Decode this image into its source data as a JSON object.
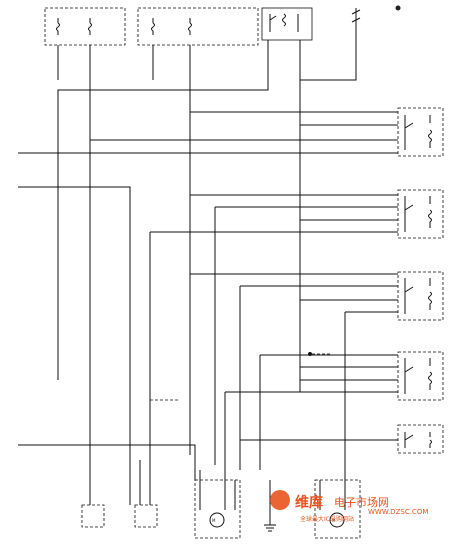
{
  "diagram": {
    "fuse_block_left": {
      "hdr1": "",
      "hdr1b": "",
      "hdr2": "",
      "hdr2b": "",
      "f1": "",
      "f1a": "",
      "f2": "",
      "f2a": "",
      "note": "",
      "note2": ""
    },
    "fuse_block_mid": {
      "hdr1": "",
      "hdr1b": "",
      "hdr2": "",
      "hdr2b": "",
      "f1": "",
      "f1a": "",
      "f2": "",
      "f2a": "",
      "note": "",
      "note2": ""
    },
    "ac_relay": {
      "l1": "",
      "l2": "",
      "l3": ""
    },
    "pressure_switch": {
      "l1": "",
      "l2": ""
    },
    "badge": "",
    "relay1": {
      "l1": "",
      "l2": "",
      "l3": "",
      "l4": ""
    },
    "relay2": {
      "l1": "",
      "l2": "",
      "l3": "",
      "l4": ""
    },
    "relay3": {
      "l1": "",
      "l2": "",
      "l3": "",
      "l4": ""
    },
    "relay4": {
      "l1": "",
      "l2": "",
      "l3": "",
      "l4": ""
    },
    "relay5": {
      "l1": "",
      "l2": "",
      "l3": "",
      "l4": ""
    },
    "splice": {
      "l1": "",
      "l2": ""
    },
    "dlc": {
      "l1": "",
      "l2": "",
      "l3": ""
    },
    "fan1": {
      "l1": "",
      "l2": ""
    },
    "fan2": {
      "l1": "",
      "l2": ""
    },
    "ground": {
      "l1": "",
      "l2": "",
      "l3": ""
    },
    "ecu1": {
      "l1": "",
      "l2": "",
      "l3": "",
      "l4": "",
      "l5": ""
    },
    "ecu2": {
      "l1": "",
      "l2": "",
      "l3": "",
      "l4": "",
      "l5": ""
    },
    "trunk_labels": {
      "a": "",
      "b": "",
      "c": ""
    },
    "wire_labels": {
      "w_left1": "",
      "w_left2": "",
      "w_mid1": "",
      "w_mid2": "",
      "w_ac1": "",
      "w_ac2": "",
      "w_ps": "",
      "r1a": "",
      "r1b": "",
      "r1c": "",
      "r1d": "",
      "r2a": "",
      "r2b": "",
      "r2c": "",
      "r2d": "",
      "r3a": "",
      "r3b": "",
      "r3c": "",
      "r3d": "",
      "r4a": "",
      "r4b": "",
      "r4c": "",
      "r4d": "",
      "r5a": "",
      "r5b": "",
      "f1a": "",
      "f1b": "",
      "f1c": "",
      "f1d": "",
      "f2a": "",
      "f2b": "",
      "f2c": "",
      "f2d": "",
      "e1": "",
      "e2": "",
      "e3": "",
      "e4": "",
      "s1": ""
    },
    "page_number": "",
    "watermark": {
      "cn1": "维库",
      "cn2": "电子市场网",
      "url": "WWW.DZSC.COM",
      "sub": "全球最大IC采购网站"
    }
  },
  "colors": {
    "line": "#111111",
    "watermark": "#e8531e"
  }
}
